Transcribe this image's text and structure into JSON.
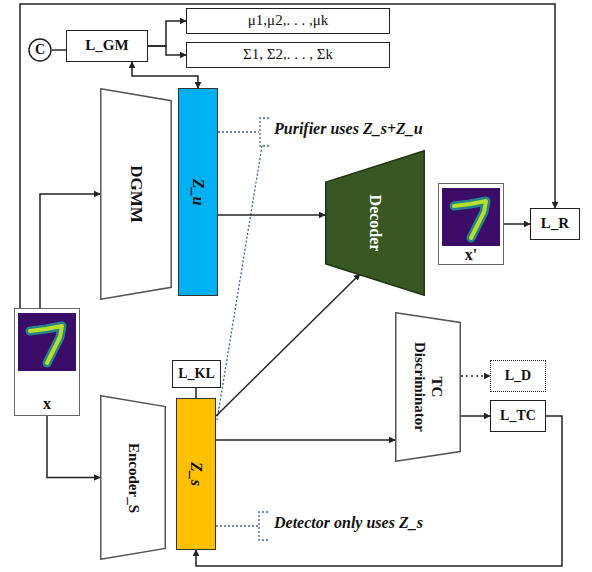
{
  "diagram": {
    "nodes": [
      {
        "text": [
          "C"
        ]
      },
      {
        "text": [
          "L_GM"
        ]
      },
      {
        "text": [
          "μ1,μ2,. . . ,μk"
        ]
      },
      {
        "text": [
          "Σ1, Σ2,. . . , Σk"
        ]
      },
      {
        "text": [
          "DGMM"
        ]
      },
      {
        "text": [
          "Z_u"
        ]
      },
      {
        "text": [
          "Decoder"
        ]
      },
      {
        "text": [
          "x'"
        ]
      },
      {
        "text": [
          "L_R"
        ]
      },
      {
        "text": [
          "x"
        ]
      },
      {
        "text": [
          "L_KL"
        ]
      },
      {
        "text": [
          "Encoder_S"
        ]
      },
      {
        "text": [
          "Z_s"
        ]
      },
      {
        "text": [
          "TC Discriminator"
        ]
      },
      {
        "text": [
          "L_D"
        ]
      },
      {
        "text": [
          "L_TC"
        ]
      }
    ],
    "edges": [
      {
        "from": 0,
        "to": 1,
        "arrow": "none"
      },
      {
        "from": 1,
        "to": 2,
        "arrow": "to"
      },
      {
        "from": 1,
        "to": 3,
        "arrow": "to"
      },
      {
        "from": 1,
        "to": 5,
        "arrow": "both"
      },
      {
        "from": 9,
        "to": 4,
        "arrow": "to"
      },
      {
        "from": 9,
        "to": 11,
        "arrow": "to"
      },
      {
        "from": 5,
        "to": 6,
        "arrow": "to"
      },
      {
        "from": 12,
        "to": 6,
        "arrow": "to"
      },
      {
        "from": 12,
        "to": 13,
        "arrow": "to"
      },
      {
        "from": 7,
        "to": 8,
        "arrow": "to"
      },
      {
        "from": 9,
        "to": 8,
        "arrow": "to"
      },
      {
        "from": 10,
        "to": 12,
        "arrow": "none"
      },
      {
        "from": 13,
        "to": 14,
        "arrow": "to"
      },
      {
        "from": 13,
        "to": 15,
        "arrow": "to"
      },
      {
        "from": 15,
        "to": 12,
        "arrow": "to"
      }
    ],
    "labels": [
      "Purifier uses Z_s+Z_u",
      "Detector only uses Z_s"
    ]
  }
}
